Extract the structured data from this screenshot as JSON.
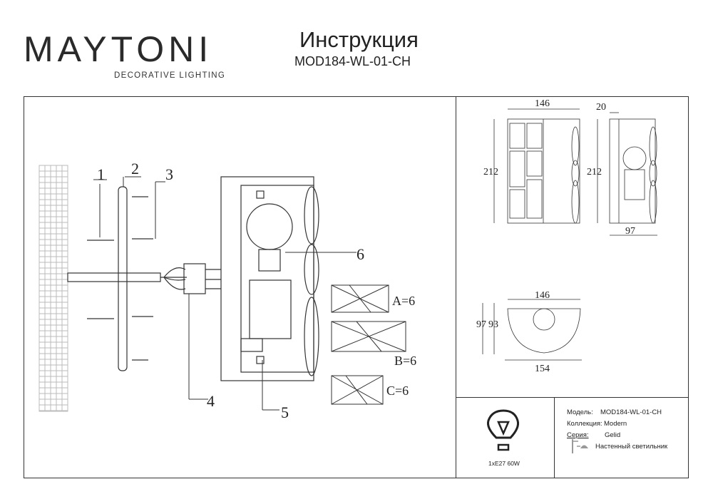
{
  "header": {
    "brand": "MAYTONI",
    "brand_tagline": "DECORATIVE LIGHTING",
    "title": "Инструкция",
    "model": "MOD184-WL-01-CH"
  },
  "assembly": {
    "callouts": [
      "1",
      "2",
      "3",
      "4",
      "5",
      "6"
    ],
    "crystals": [
      {
        "label": "A=6"
      },
      {
        "label": "B=6"
      },
      {
        "label": "C=6"
      }
    ]
  },
  "dimensions": {
    "front_width": "146",
    "front_height": "212",
    "side_offset": "20",
    "side_height": "212",
    "side_depth": "97",
    "top_width": "146",
    "top_depth_outer": "97",
    "top_depth_inner": "93",
    "top_total_width": "154"
  },
  "specs": {
    "bulb": "1xE27 60W",
    "model_label": "Модель:",
    "model_value": "MOD184-WL-01-CH",
    "collection_label": "Коллекция:",
    "collection_value": "Modern",
    "series_label": "Серия:",
    "series_value": "Gelid",
    "type_value": "Настенный светильник"
  }
}
